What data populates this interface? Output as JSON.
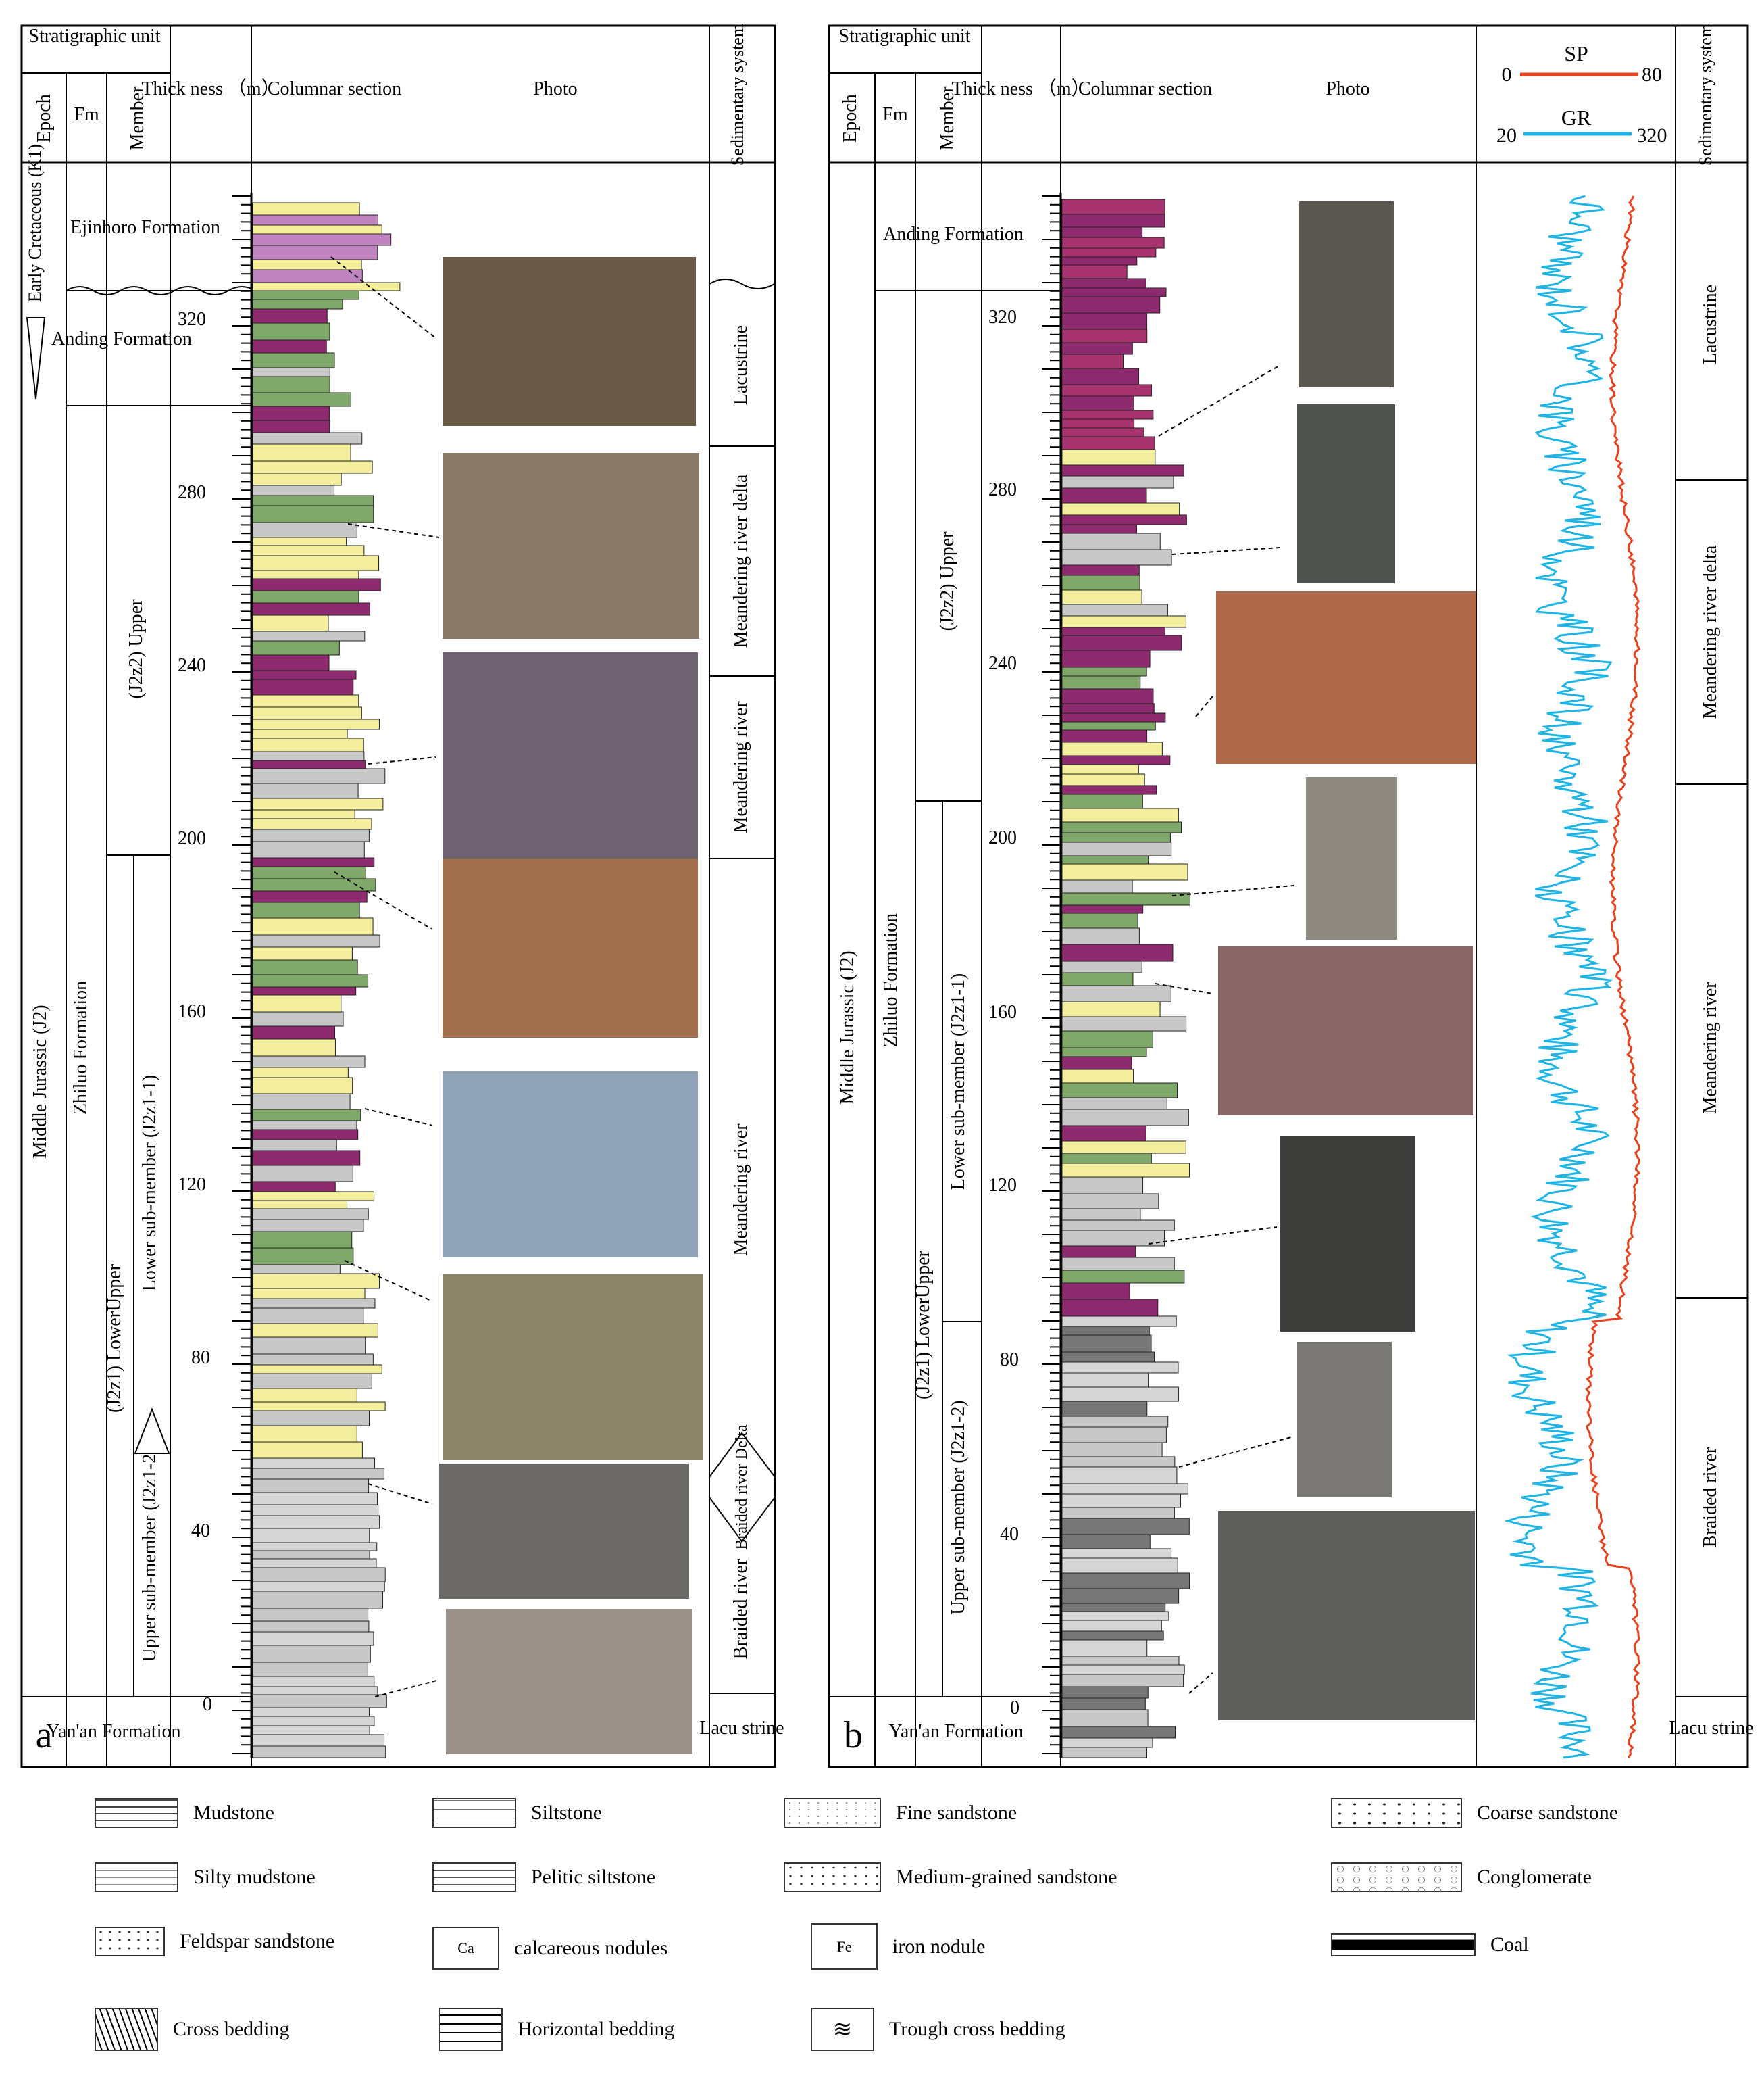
{
  "colors": {
    "mudstone": "#8e2a6e",
    "silty_mudstone": "#a8346f",
    "siltstone": "#c8c8c8",
    "fine_sandstone": "#f3ef9e",
    "medium_sandstone": "#d6d6d6",
    "green_mud": "#7fa86a",
    "coal": "#000000",
    "conglomerate": "#f4ef98",
    "ejinhoro": "#c084c0",
    "sp_curve": "#e8421e",
    "gr_curve": "#1fb4e6"
  },
  "panel_a": {
    "label": "a",
    "header": {
      "strat_unit": "Stratigraphic unit",
      "epoch": "Epoch",
      "fm": "Fm",
      "member": "Member",
      "thickness": "Thick ness （m）",
      "columnar": "Columnar section",
      "photo": "Photo",
      "sed_system": "Sedimentary system"
    },
    "epochs": [
      "Early Cretaceous (K1)",
      "Middle Jurassic (J2)"
    ],
    "formations": [
      "Ejinhoro Formation",
      "Anding Formation",
      "Zhiluo Formation",
      "Yan'an Formation"
    ],
    "members": [
      "(J2z2) Upper",
      "(J2z1) LowerUpper",
      "Lower sub-member (J2z1-1)",
      "Upper sub-member (J2z1-2)"
    ],
    "ticks": [
      "0",
      "40",
      "80",
      "120",
      "160",
      "200",
      "240",
      "280",
      "320"
    ],
    "systems": [
      "Lacustrine",
      "Meandering river delta",
      "Meandering river",
      "Meandering river",
      "Braided river Delta",
      "Braided river",
      "Lacu strine"
    ]
  },
  "panel_b": {
    "label": "b",
    "header": {
      "strat_unit": "Stratigraphic unit",
      "epoch": "Epoch",
      "fm": "Fm",
      "member": "Member",
      "thickness": "Thick ness （m）",
      "columnar": "Columnar section",
      "photo": "Photo",
      "sed_system": "Sedimentary system"
    },
    "logs": {
      "sp_label": "SP",
      "sp_min": "0",
      "sp_max": "80",
      "gr_label": "GR",
      "gr_min": "20",
      "gr_max": "320"
    },
    "epochs": [
      "Middle Jurassic (J2)"
    ],
    "formations": [
      "Anding Formation",
      "Zhiluo Formation",
      "Yan'an Formation"
    ],
    "members": [
      "(J2z2) Upper",
      "(J2z1) LowerUpper",
      "Lower sub-member (J2z1-1)",
      "Upper sub-member (J2z1-2)"
    ],
    "ticks": [
      "0",
      "40",
      "80",
      "120",
      "160",
      "200",
      "240",
      "280",
      "320"
    ],
    "systems": [
      "Lacustrine",
      "Meandering river delta",
      "Meandering river",
      "Braided river",
      "Lacu strine"
    ]
  },
  "legend": [
    {
      "name": "mudstone",
      "label": "Mudstone"
    },
    {
      "name": "siltstone",
      "label": "Siltstone"
    },
    {
      "name": "fine-sandstone",
      "label": "Fine sandstone"
    },
    {
      "name": "coarse-sandstone",
      "label": "Coarse sandstone"
    },
    {
      "name": "silty-mudstone",
      "label": "Silty mudstone"
    },
    {
      "name": "pelitic-siltstone",
      "label": "Pelitic siltstone"
    },
    {
      "name": "medium-grained-sandstone",
      "label": "Medium-grained sandstone"
    },
    {
      "name": "conglomerate",
      "label": "Conglomerate"
    },
    {
      "name": "feldspar-sandstone",
      "label": "Feldspar sandstone"
    },
    {
      "name": "calcareous-nodules",
      "label": "calcareous nodules",
      "symbol": "Ca"
    },
    {
      "name": "iron-nodule",
      "label": "iron nodule",
      "symbol": "Fe"
    },
    {
      "name": "coal",
      "label": "Coal"
    },
    {
      "name": "cross-bedding",
      "label": "Cross bedding"
    },
    {
      "name": "horizontal-bedding",
      "label": "Horizontal bedding"
    },
    {
      "name": "trough-cross-bedding",
      "label": "Trough cross bedding"
    }
  ]
}
